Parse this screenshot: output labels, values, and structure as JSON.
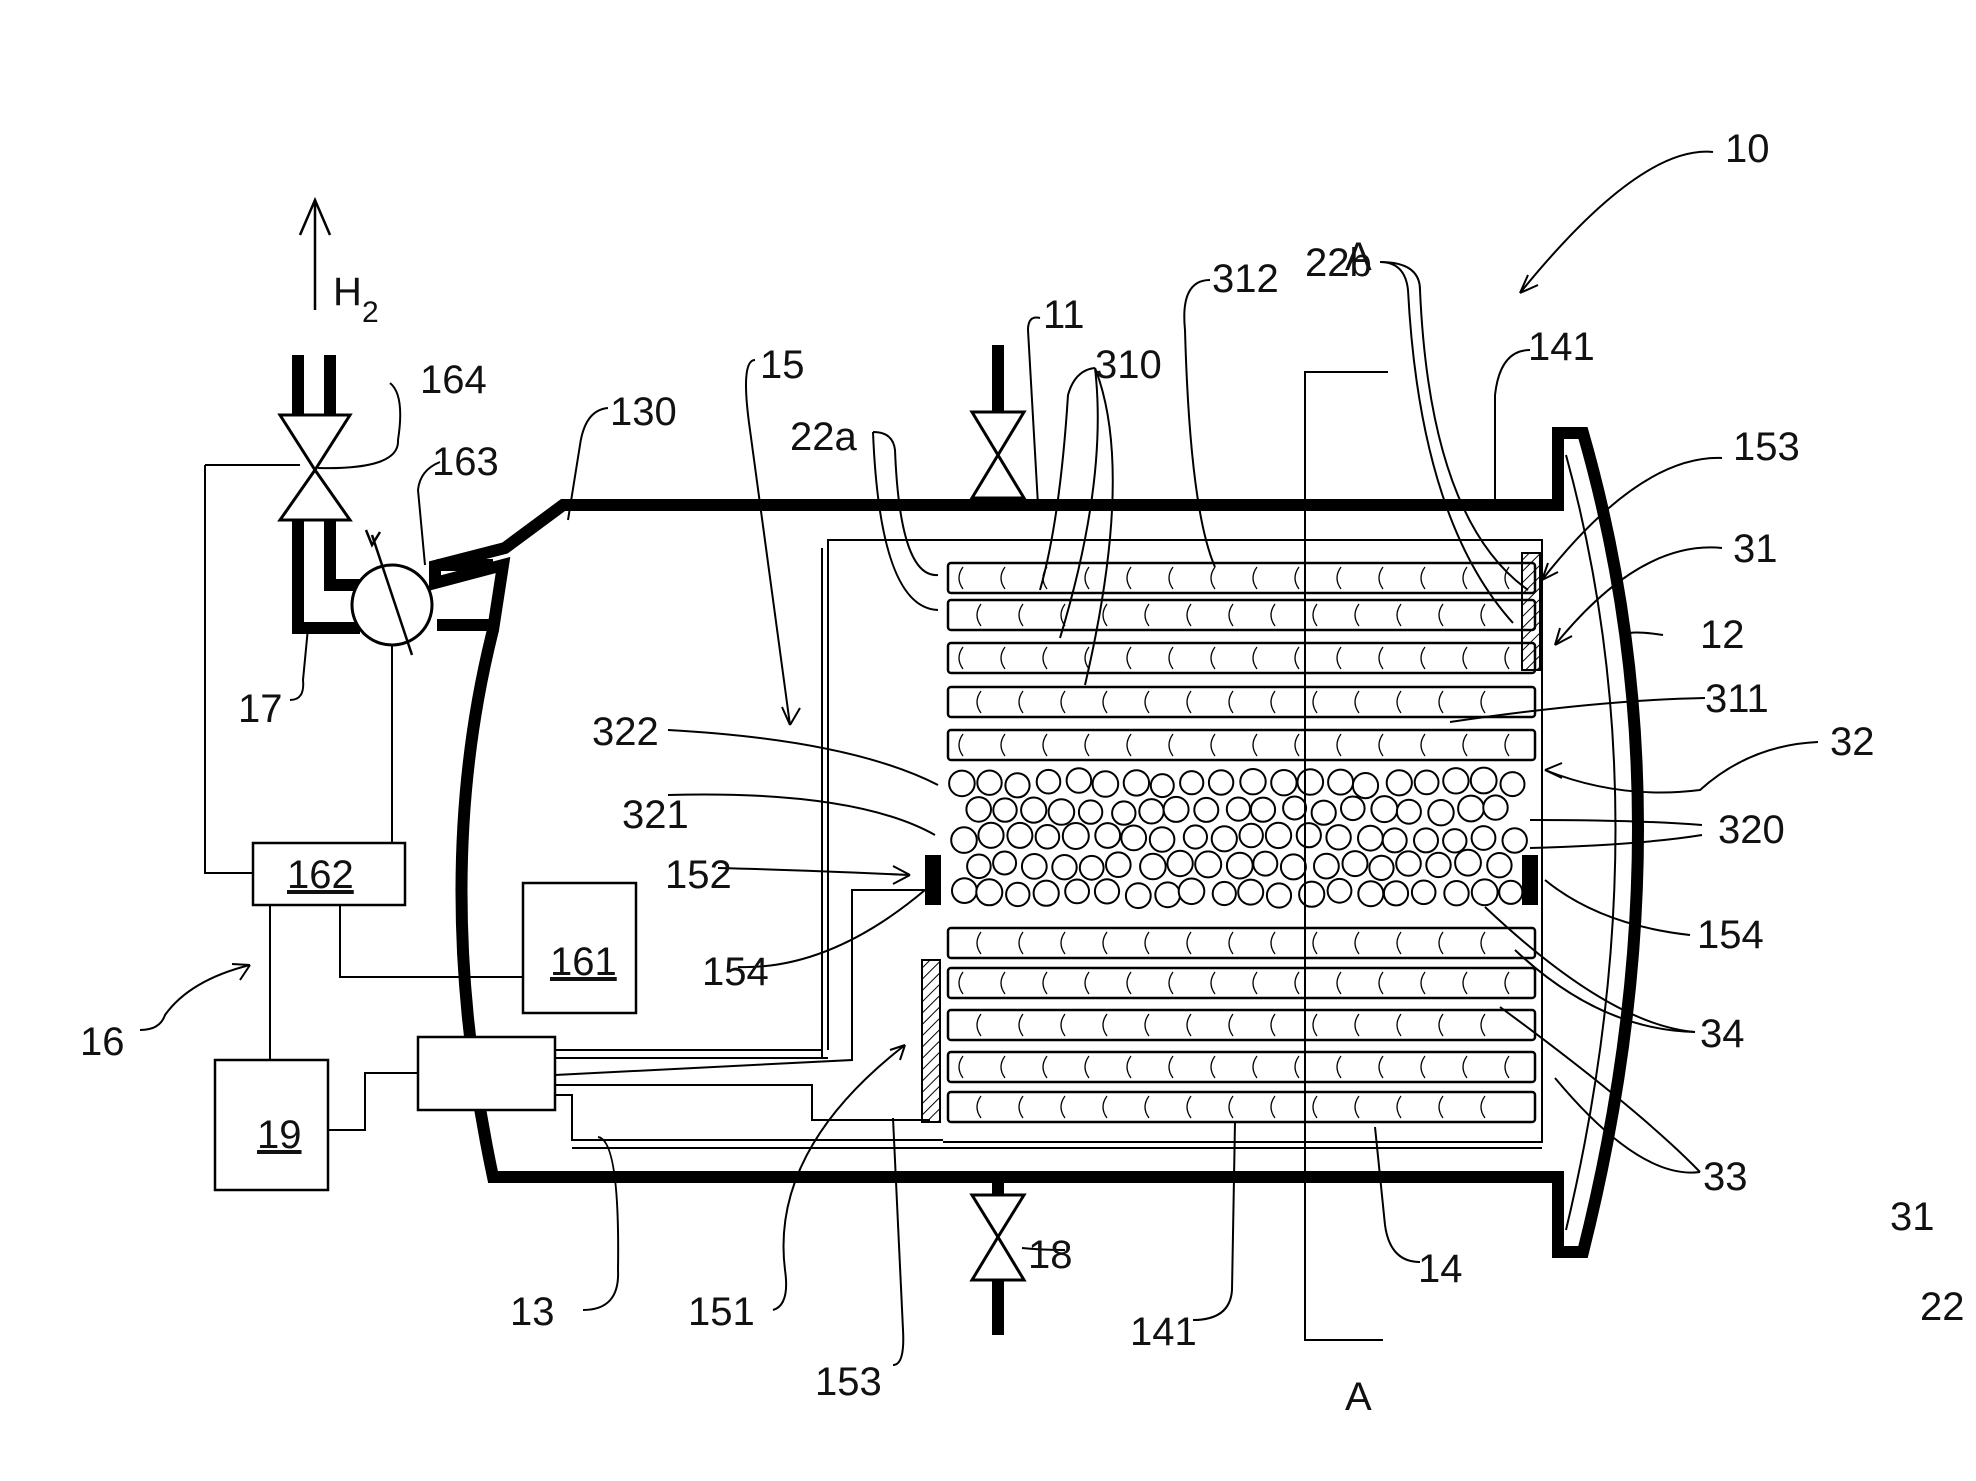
{
  "figure": {
    "type": "patent drawing - hydrogen storage vessel",
    "labels": {
      "l10": "10",
      "l11": "11",
      "l12": "12",
      "l13": "13",
      "l14": "14",
      "l141_top": "141",
      "l141_bottom": "141",
      "l15": "15",
      "l151": "151",
      "l152": "152",
      "l153_top": "153",
      "l153_bottom": "153",
      "l154_left": "154",
      "l154_right": "154",
      "l16": "16",
      "l161": "161",
      "l162": "162",
      "l163": "163",
      "l164": "164",
      "l17": "17",
      "l18": "18",
      "l19": "19",
      "l22a": "22a",
      "l22b": "22b",
      "l130": "130",
      "l31": "31",
      "l310": "310",
      "l311": "311",
      "l312": "312",
      "l32": "32",
      "l320": "320",
      "l321": "321",
      "l322": "322",
      "l33": "33",
      "l34": "34",
      "section_top": "A",
      "section_bottom": "A",
      "h2_base": "H",
      "h2_sub": "2",
      "stray_31": "31",
      "stray_22": "22"
    }
  }
}
